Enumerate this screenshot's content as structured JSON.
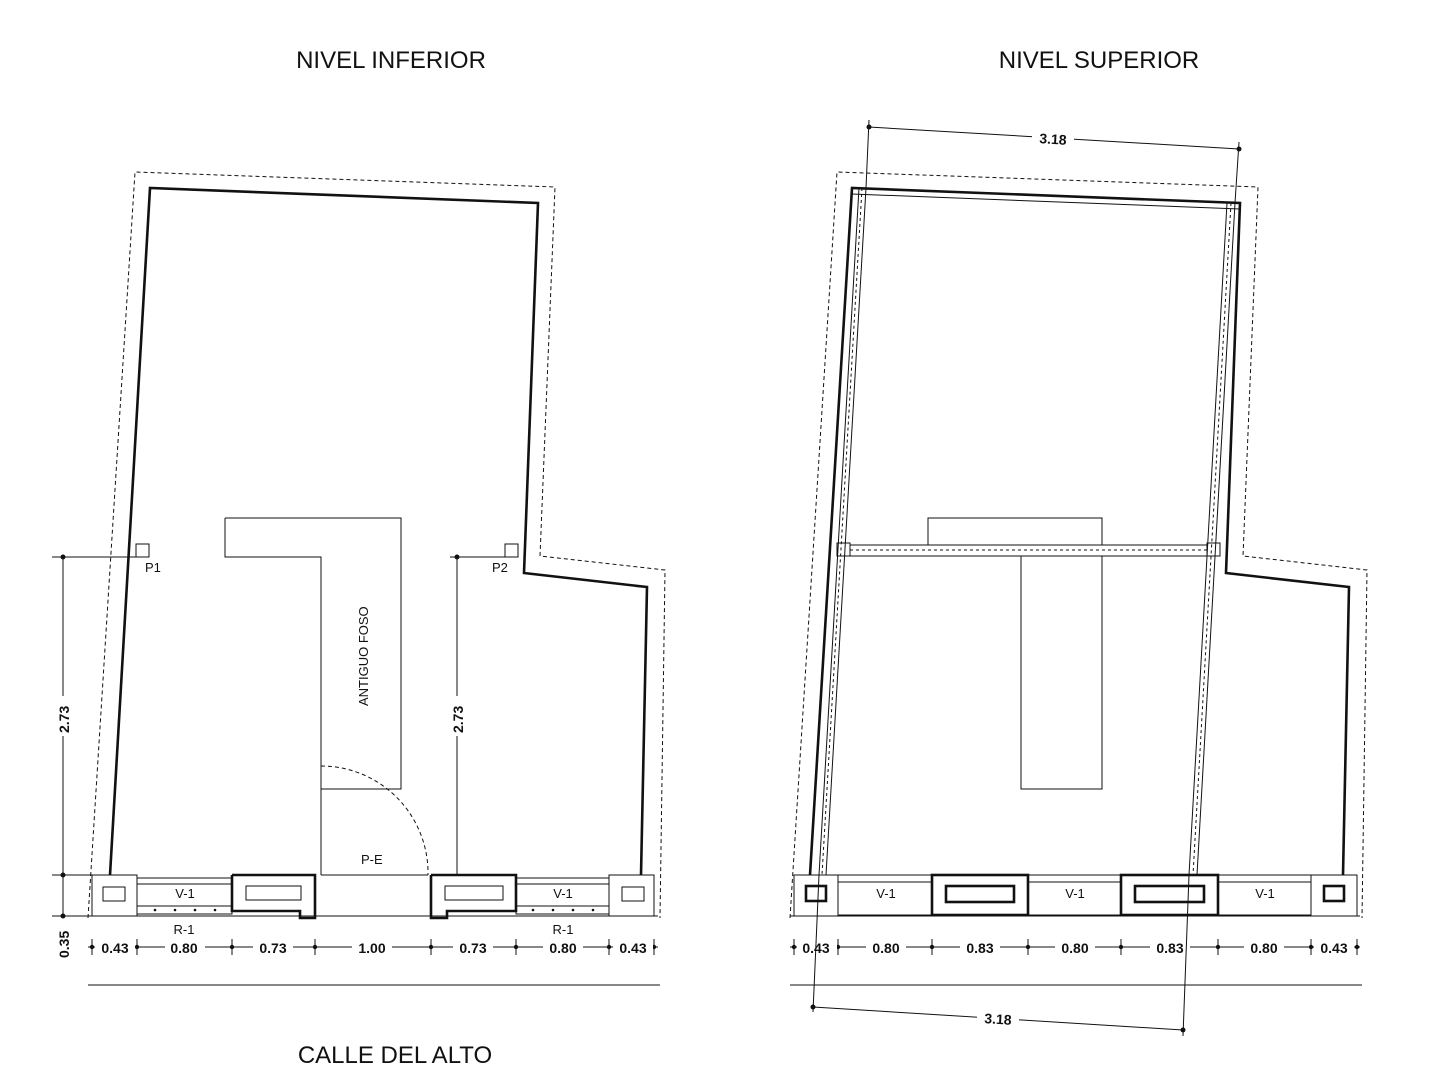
{
  "titles": {
    "lower": "NIVEL INFERIOR",
    "upper": "NIVEL SUPERIOR",
    "street": "CALLE DEL ALTO"
  },
  "lower": {
    "pillars": [
      "P1",
      "P2"
    ],
    "pit_label": "ANTIGUO FOSO",
    "door_label": "P-E",
    "window_label": "V-1",
    "grille_label": "R-1",
    "height_dim": "2.73",
    "base_dim": "0.35",
    "widths": [
      "0.43",
      "0.80",
      "0.73",
      "1.00",
      "0.73",
      "0.80",
      "0.43"
    ]
  },
  "upper": {
    "top_dim": "3.18",
    "bottom_dim": "3.18",
    "window_label": "V-1",
    "widths": [
      "0.43",
      "0.80",
      "0.83",
      "0.80",
      "0.83",
      "0.80",
      "0.43"
    ]
  }
}
